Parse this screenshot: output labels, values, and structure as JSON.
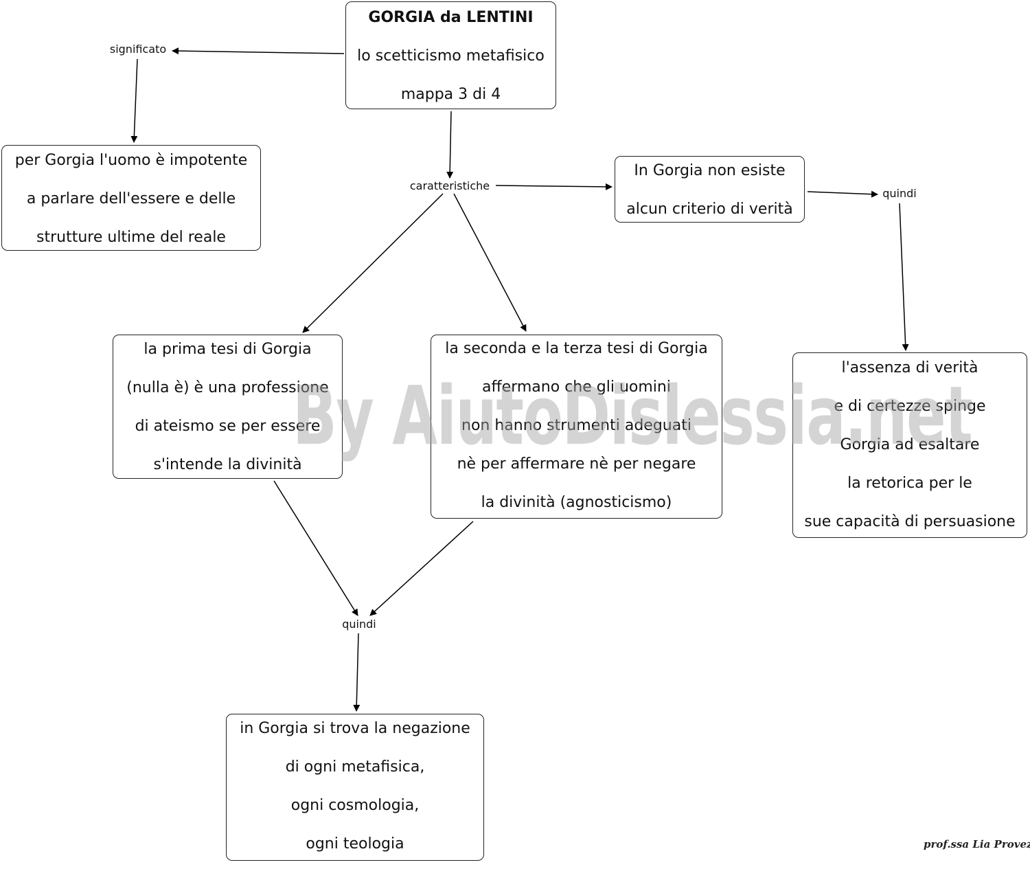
{
  "nodes": {
    "title": {
      "lines": [
        "GORGIA da LENTINI",
        "lo scetticismo metafisico",
        "mappa 3 di 4"
      ]
    },
    "impotente": {
      "lines": [
        "per Gorgia l'uomo è impotente",
        "a parlare dell'essere e delle",
        "strutture ultime del reale"
      ]
    },
    "criterio": {
      "lines": [
        "In Gorgia non esiste",
        "alcun criterio di verità"
      ]
    },
    "prima_tesi": {
      "lines": [
        "la prima tesi di Gorgia",
        "(nulla è) è una professione",
        "di ateismo se per essere",
        "s'intende la divinità"
      ]
    },
    "seconda_tesi": {
      "lines": [
        "la seconda e la terza tesi di Gorgia",
        "affermano che gli uomini",
        "non hanno strumenti adeguati",
        "nè per affermare nè per negare",
        "la divinità (agnosticismo)"
      ]
    },
    "assenza": {
      "lines": [
        "l'assenza di verità",
        "e di certezze spinge",
        "Gorgia ad esaltare",
        "la retorica per le",
        "sue capacità di persuasione"
      ]
    },
    "negazione": {
      "lines": [
        "in Gorgia si trova la negazione",
        "di ogni metafisica,",
        "ogni cosmologia,",
        "ogni teologia"
      ]
    }
  },
  "links": {
    "significato": "significato",
    "caratteristiche": "caratteristiche",
    "quindi_right": "quindi",
    "quindi_bottom": "quindi"
  },
  "watermark": "By AiutoDislessia.net",
  "signature": "prof.ssa Lia Provezza"
}
